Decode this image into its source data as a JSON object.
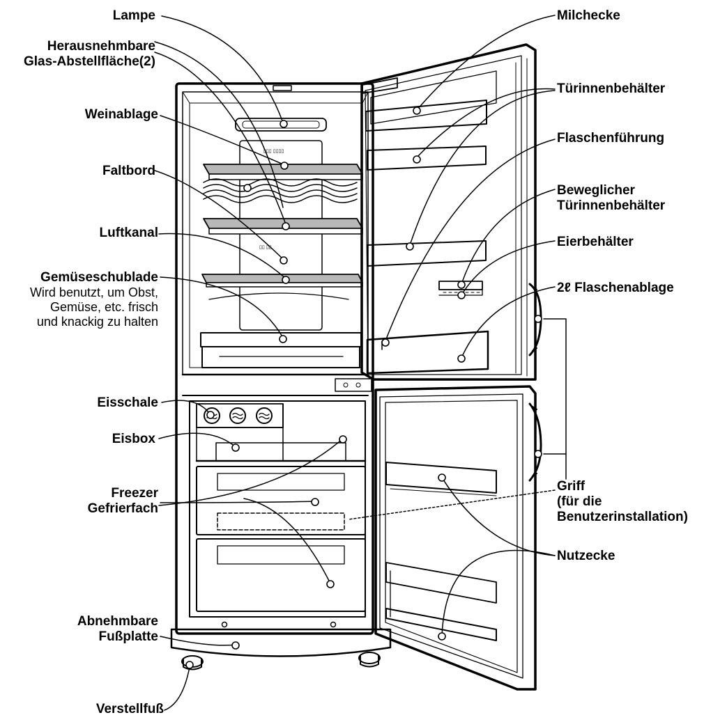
{
  "labels": {
    "lampe": "Lampe",
    "glas_1": "Herausnehmbare",
    "glas_2": "Glas-Abstellfläche(2)",
    "weinablage": "Weinablage",
    "faltbord": "Faltbord",
    "luftkanal": "Luftkanal",
    "gemuese": "Gemüseschublade",
    "gemuese_desc_1": "Wird benutzt, um Obst,",
    "gemuese_desc_2": "Gemüse, etc. frisch",
    "gemuese_desc_3": "und knackig zu halten",
    "eisschale": "Eisschale",
    "eisbox": "Eisbox",
    "freezer": "Freezer",
    "gefrierfach": "Gefrierfach",
    "fussplatte_1": "Abnehmbare",
    "fussplatte_2": "Fußplatte",
    "verstellfuss": "Verstellfuß",
    "milchecke": "Milchecke",
    "tuerinnen": "Türinnenbehälter",
    "flaschenfuehrung": "Flaschenführung",
    "beweglich_1": "Beweglicher",
    "beweglich_2": "Türinnenbehälter",
    "eierbehaelter": "Eierbehälter",
    "flaschenablage": "2ℓ Flaschenablage",
    "griff_1": "Griff",
    "griff_2": "(für die",
    "griff_3": "Benutzerinstallation)",
    "nutzecke": "Nutzecke"
  },
  "colors": {
    "line": "#000000",
    "shelf_fill": "#b8b8b8",
    "background": "#ffffff"
  }
}
